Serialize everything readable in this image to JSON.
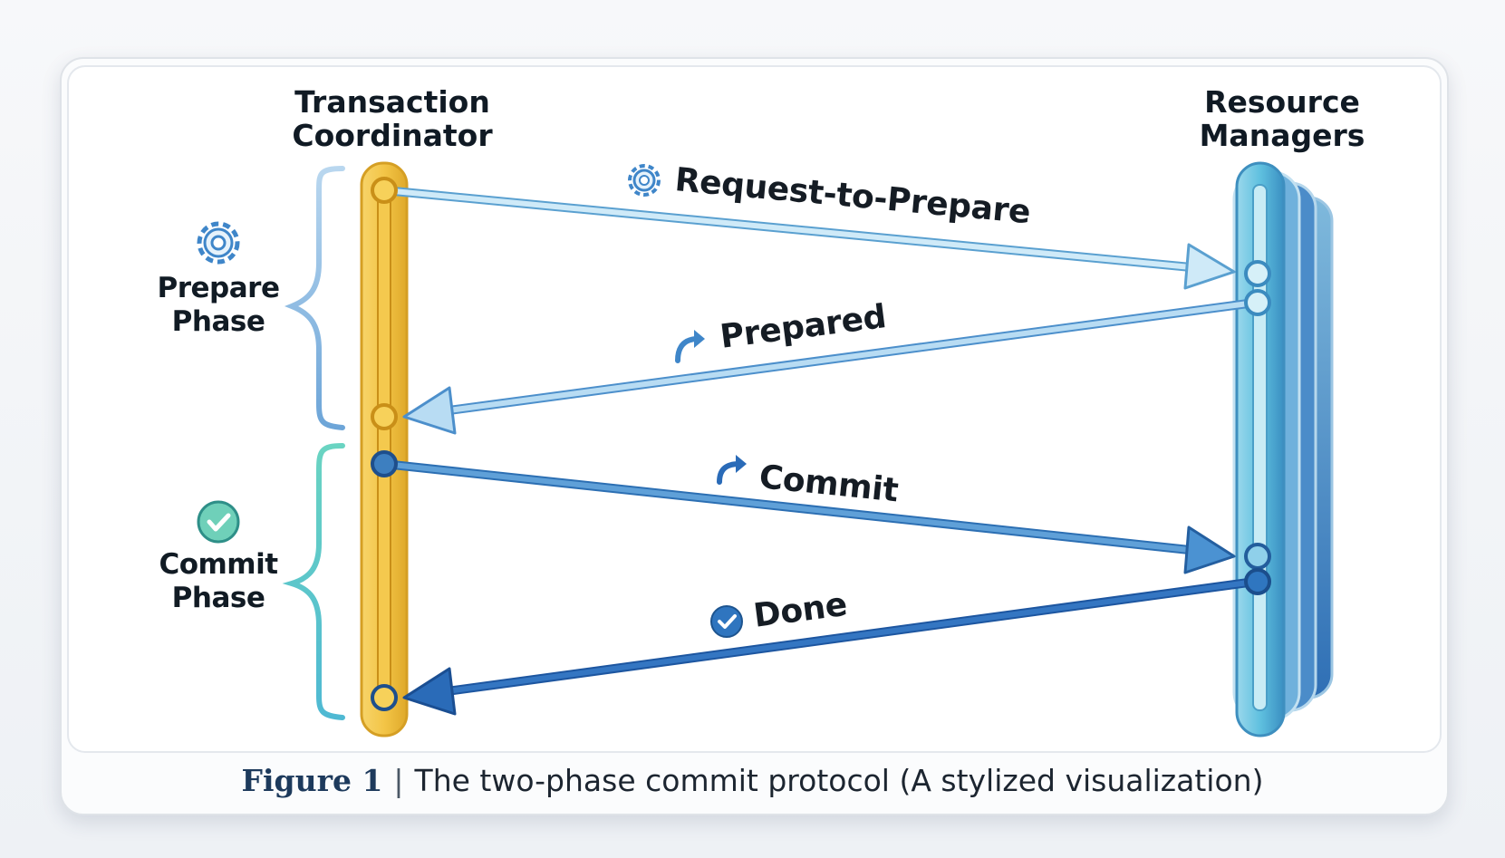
{
  "headings": {
    "coordinator": "Transaction\nCoordinator",
    "resources": "Resource\nManagers"
  },
  "phases": {
    "prepare": "Prepare\nPhase",
    "commit": "Commit\nPhase"
  },
  "messages": {
    "request": "Request-to-Prepare",
    "prepared": "Prepared",
    "commit": "Commit",
    "done": "Done"
  },
  "caption": {
    "figure": "Figure 1",
    "separator": "|",
    "text": "The two-phase commit protocol (A stylized visualization)"
  },
  "colors": {
    "coordinator_bar": "#f2c24a",
    "resource_bar": "#5fb8d8",
    "prepare_brace": "#7fb0dc",
    "commit_brace": "#6ccfc0",
    "arrow_light": "#a9d5ef",
    "arrow_mid": "#7fb2e0",
    "arrow_dark": "#3a7fc4",
    "arrow_darkest": "#1e5ea8"
  },
  "icons": {
    "prepare_phase": "gear-icon",
    "commit_phase": "check-circle-icon",
    "request": "gear-icon",
    "prepared": "redo-arrow-icon",
    "commit": "redo-arrow-icon",
    "done": "check-circle-icon"
  }
}
